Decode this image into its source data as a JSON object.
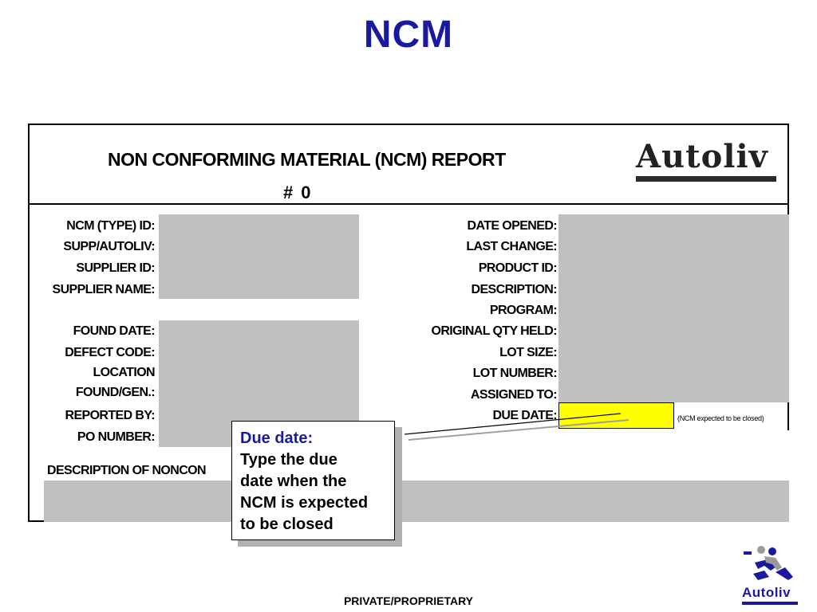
{
  "slide": {
    "title": "NCM"
  },
  "report": {
    "title": "NON CONFORMING MATERIAL (NCM) REPORT",
    "number_prefix": "#",
    "number": "0"
  },
  "logo": {
    "word": "Autoliv"
  },
  "left_labels": [
    "NCM (TYPE) ID:",
    "SUPP/AUTOLIV:",
    "SUPPLIER ID:",
    "SUPPLIER NAME:",
    "FOUND DATE:",
    "DEFECT CODE:",
    "LOCATION",
    "FOUND/GEN.:",
    "REPORTED BY:",
    "PO NUMBER:"
  ],
  "right_labels": [
    "DATE OPENED:",
    "LAST CHANGE:",
    "PRODUCT ID:",
    "DESCRIPTION:",
    "PROGRAM:",
    "ORIGINAL QTY HELD:",
    "LOT SIZE:",
    "LOT NUMBER:",
    "ASSIGNED TO:",
    "DUE DATE:"
  ],
  "due_note": "(NCM expected to be closed)",
  "description_label": "DESCRIPTION OF NONCON",
  "callout": {
    "title": "Due date:",
    "lines": [
      "Type the due",
      "date when the",
      "NCM is expected",
      "to be closed"
    ]
  },
  "footer": "PRIVATE/PROPRIETARY",
  "corner_logo": {
    "word": "Autoliv"
  },
  "colors": {
    "title_blue": "#1a1a9e",
    "field_gray": "#c0c0c0",
    "highlight_yellow": "#ffff00"
  }
}
